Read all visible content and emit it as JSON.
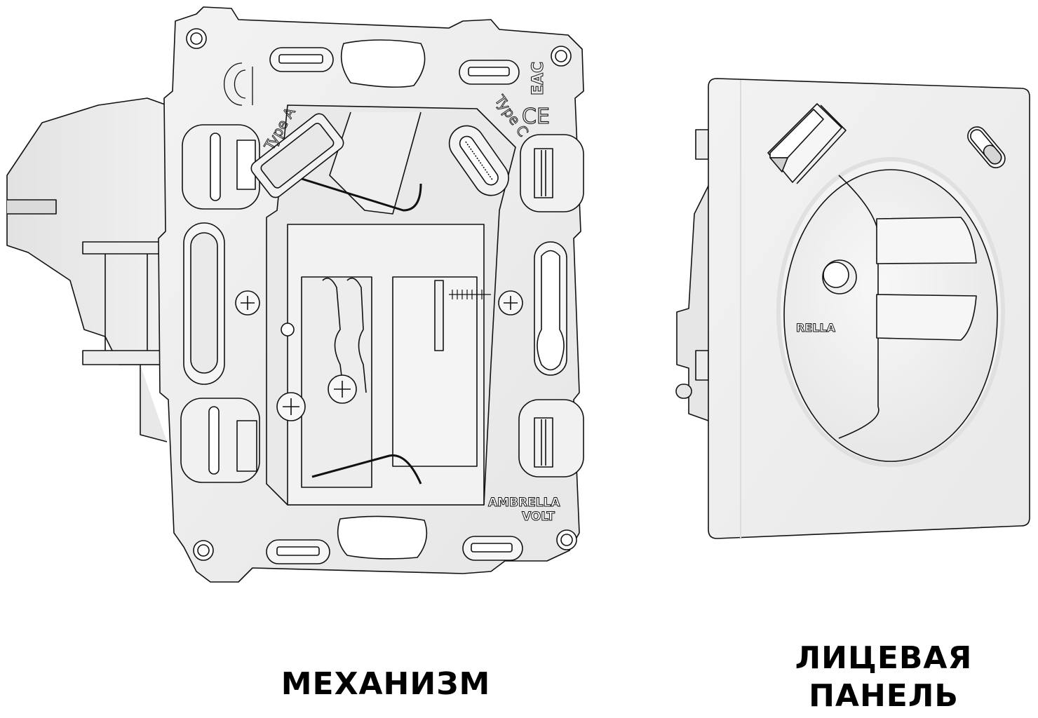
{
  "captions": {
    "mechanism": "МЕХАНИЗМ",
    "face_panel_line1": "ЛИЦЕВАЯ",
    "face_panel_line2": "ПАНЕЛЬ"
  },
  "mechanism": {
    "port_labels": {
      "type_a": "Type A",
      "type_c": "Type C"
    },
    "marks": {
      "eac": "EAC",
      "ce": "CE"
    },
    "brand_line1": "AMBRELLA",
    "brand_line2": "VOLT"
  },
  "face_panel": {
    "brand_fragment": "RELLA"
  },
  "colors": {
    "background": "#ffffff",
    "part_fill": "#ededed",
    "part_fill_light": "#f4f4f4",
    "outline": "#111111",
    "slot_shadow": "#cfcfcf",
    "caption_text": "#000000"
  }
}
